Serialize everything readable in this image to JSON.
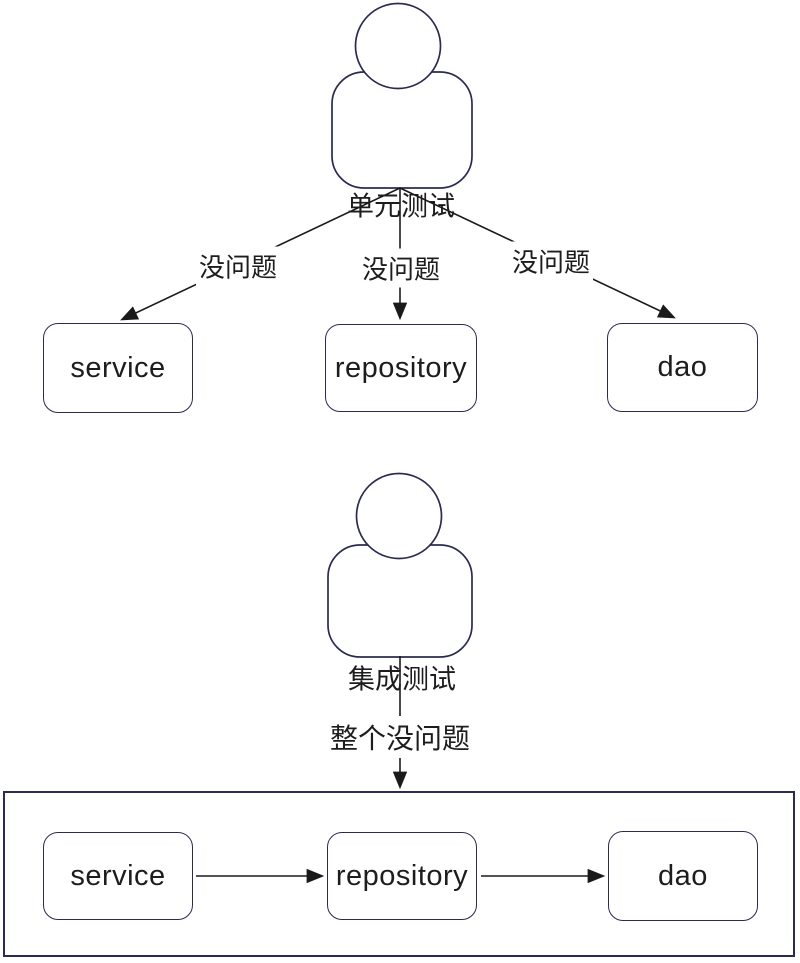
{
  "colors": {
    "shape_border": "#2b2b52",
    "line": "#1a1a1a",
    "text": "#1d1d1d",
    "background": "#ffffff"
  },
  "unit_test_section": {
    "actor_label": "单元测试",
    "edge_labels": {
      "left": "没问题",
      "middle": "没问题",
      "right": "没问题"
    },
    "nodes": {
      "service": "service",
      "repository": "repository",
      "dao": "dao"
    }
  },
  "integration_test_section": {
    "actor_label": "集成测试",
    "edge_label": "整个没问题",
    "nodes": {
      "service": "service",
      "repository": "repository",
      "dao": "dao"
    }
  }
}
